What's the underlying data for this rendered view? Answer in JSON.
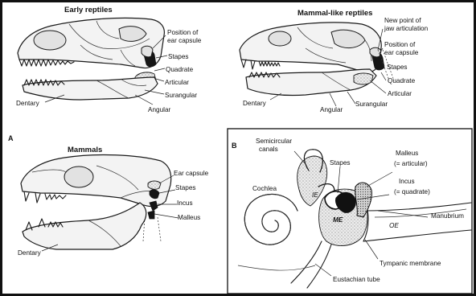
{
  "panel_a": {
    "letter": "A",
    "early_reptiles": {
      "title": "Early reptiles",
      "labels": {
        "position_of": "Position of",
        "ear_capsule": "ear capsule",
        "stapes": "Stapes",
        "quadrate": "Quadrate",
        "articular": "Articular",
        "surangular": "Surangular",
        "dentary": "Dentary",
        "angular": "Angular"
      }
    },
    "mammal_like_reptiles": {
      "title": "Mammal-like reptiles",
      "labels": {
        "new_point_of": "New point of",
        "jaw_articulation": "jaw articulation",
        "position_of": "Position of",
        "ear_capsule": "ear capsule",
        "stapes": "Stapes",
        "quadrate": "Quadrate",
        "articular": "Articular",
        "surangular": "Surangular",
        "dentary": "Dentary",
        "angular": "Angular"
      }
    },
    "mammals": {
      "title": "Mammals",
      "labels": {
        "ear_capsule": "Ear capsule",
        "stapes": "Stapes",
        "incus": "Incus",
        "malleus": "Malleus",
        "dentary": "Dentary"
      }
    }
  },
  "panel_b": {
    "letter": "B",
    "labels": {
      "semicircular": "Semicircular",
      "canals": "canals",
      "stapes": "Stapes",
      "malleus": "Malleus",
      "malleus_eq": "(= articular)",
      "incus": "Incus",
      "incus_eq": "(= quadrate)",
      "cochlea": "Cochlea",
      "ie": "IE",
      "me": "ME",
      "oe": "OE",
      "manubrium": "Manubrium",
      "tympanic_membrane": "Tympanic membrane",
      "eustachian_tube": "Eustachian tube"
    }
  }
}
